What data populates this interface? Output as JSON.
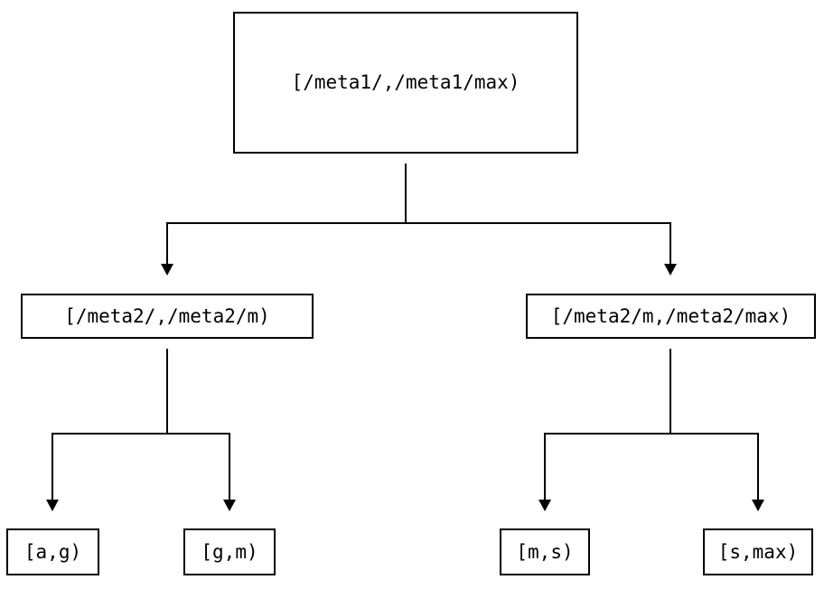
{
  "diagram": {
    "type": "binary-interval-tree",
    "background_color": "#ffffff",
    "line_color": "#000000",
    "text_color": "#000000",
    "nodes": {
      "root": {
        "id": "root",
        "label": "[/meta1/,/meta1/max)"
      },
      "left": {
        "id": "left",
        "label": "[/meta2/,/meta2/m)"
      },
      "right": {
        "id": "right",
        "label": "[/meta2/m,/meta2/max)"
      },
      "leaf_ag": {
        "id": "leaf_ag",
        "label": "[a,g)"
      },
      "leaf_gm": {
        "id": "leaf_gm",
        "label": "[g,m)"
      },
      "leaf_ms": {
        "id": "leaf_ms",
        "label": "[m,s)"
      },
      "leaf_smax": {
        "id": "leaf_smax",
        "label": "[s,max)"
      }
    },
    "edges": [
      {
        "from": "root",
        "to": "left",
        "arrow": "triangle-down"
      },
      {
        "from": "root",
        "to": "right",
        "arrow": "triangle-down"
      },
      {
        "from": "left",
        "to": "leaf_ag",
        "arrow": "triangle-down"
      },
      {
        "from": "left",
        "to": "leaf_gm",
        "arrow": "triangle-down"
      },
      {
        "from": "right",
        "to": "leaf_ms",
        "arrow": "triangle-down"
      },
      {
        "from": "right",
        "to": "leaf_smax",
        "arrow": "triangle-down"
      }
    ]
  }
}
